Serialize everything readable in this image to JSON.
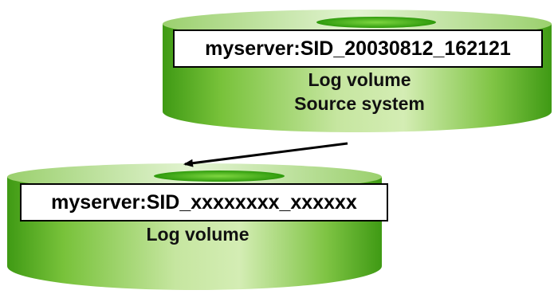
{
  "source_volume": {
    "label": "myserver:SID_20030812_162121",
    "line1": "Log volume",
    "line2": "Source system"
  },
  "target_volume": {
    "label": "myserver:SID_xxxxxxxx_xxxxxx",
    "line1": "Log volume"
  }
}
